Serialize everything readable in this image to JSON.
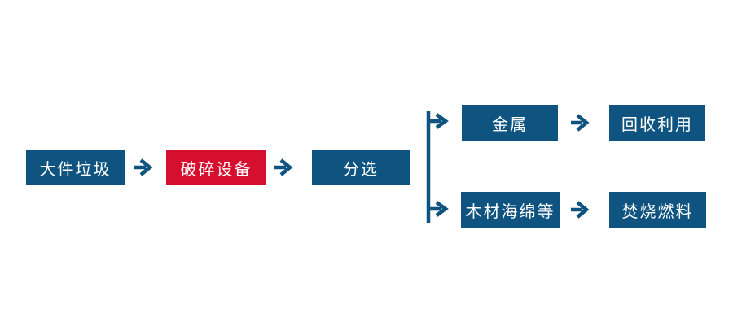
{
  "diagram": {
    "type": "flowchart",
    "background": "#FFFFFF",
    "colors": {
      "node_blue": "#0F5480",
      "node_highlight_red": "#D50F2D",
      "arrow_blue": "#0F5480",
      "node_text": "#FFFFFF"
    },
    "nodes": {
      "bulky_waste": {
        "label": "大件垃圾",
        "color": "#0F5480"
      },
      "crushing_equipment": {
        "label": "破碎设备",
        "color": "#D50F2D"
      },
      "sorting": {
        "label": "分选",
        "color": "#0F5480"
      },
      "metal": {
        "label": "金属",
        "color": "#0F5480"
      },
      "recycling": {
        "label": "回收利用",
        "color": "#0F5480"
      },
      "wood_sponge": {
        "label": "木材海绵等",
        "color": "#0F5480"
      },
      "incineration_fuel": {
        "label": "焚烧燃料",
        "color": "#0F5480"
      }
    },
    "edges": [
      {
        "from": "大件垃圾",
        "to": "破碎设备"
      },
      {
        "from": "破碎设备",
        "to": "分选"
      },
      {
        "from": "分选",
        "to": "金属"
      },
      {
        "from": "分选",
        "to": "木材海绵等"
      },
      {
        "from": "金属",
        "to": "回收利用"
      },
      {
        "from": "木材海绵等",
        "to": "焚烧燃料"
      }
    ]
  }
}
